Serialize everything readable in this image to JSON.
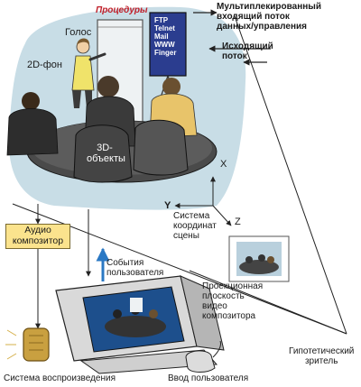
{
  "labels": {
    "procedures": "Процедуры",
    "voice": "Голос",
    "background_2d": "2D-фон",
    "objects_3d_line1": "3D-",
    "objects_3d_line2": "объекты",
    "board_items": [
      "FTP",
      "Telnet",
      "Mail",
      "WWW",
      "Finger"
    ],
    "multiplexed_line1": "Мультиплекированный",
    "multiplexed_line2": "входящий поток",
    "multiplexed_line3": "данных/управления",
    "outgoing_line1": "Исходящий",
    "outgoing_line2": "поток",
    "axis_x": "X",
    "axis_y": "Y",
    "axis_z": "Z",
    "scene_coords_line1": "Система",
    "scene_coords_line2": "координат",
    "scene_coords_line3": "сцены",
    "audio_compositor_line1": "Аудио",
    "audio_compositor_line2": "композитор",
    "user_events_line1": "События",
    "user_events_line2": "пользователя",
    "projection_line1": "Проекционная",
    "projection_line2": "плоскость",
    "projection_line3": "видео",
    "projection_line4": "композитора",
    "viewer_line1": "Гипотетический",
    "viewer_line2": "зритель",
    "playback_system": "Система воспроизведения",
    "user_input": "Ввод пользователя"
  },
  "colors": {
    "scene_blob": "#c8dde6",
    "audio_box": "#fbe38d",
    "arrow_blue": "#2a78c4",
    "board": "#2b3d8f",
    "procedures_text": "#c0202a"
  }
}
